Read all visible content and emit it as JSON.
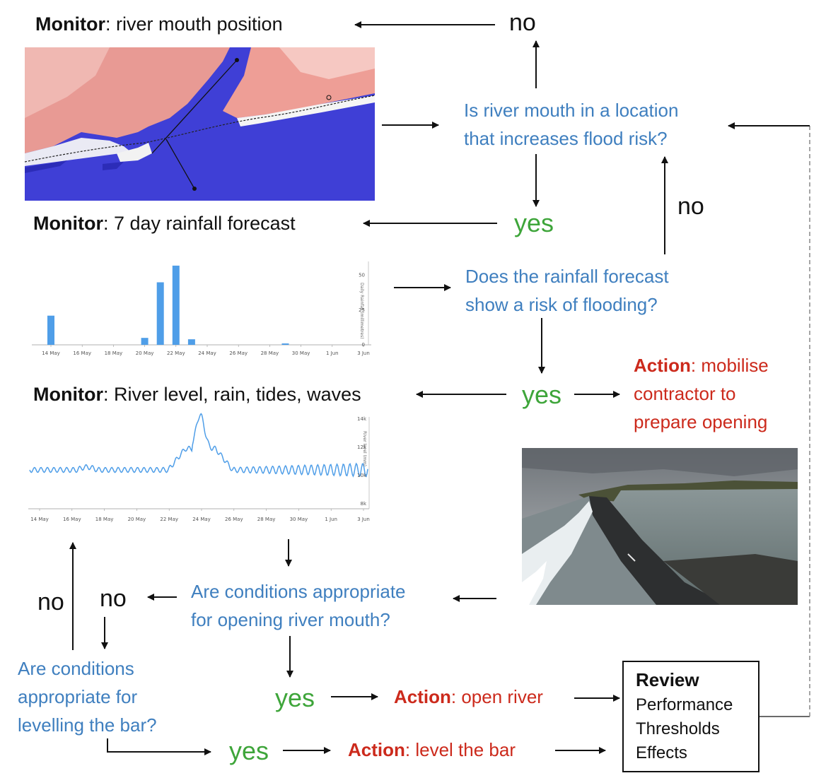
{
  "monitors": {
    "m1": {
      "bold": "Monitor",
      "rest": ": river mouth position"
    },
    "m2": {
      "bold": "Monitor",
      "rest": ": 7 day rainfall forecast"
    },
    "m3": {
      "bold": "Monitor",
      "rest": ": River level, rain, tides, waves"
    }
  },
  "questions": {
    "q1": [
      "Is river mouth in a location",
      "that increases flood risk?"
    ],
    "q2": [
      "Does the rainfall forecast",
      "show a risk of flooding?"
    ],
    "q3": [
      "Are conditions appropriate",
      "for opening river mouth?"
    ],
    "q4": [
      "Are conditions",
      "appropriate for",
      "levelling the bar?"
    ]
  },
  "answers": {
    "no_top": "no",
    "yes_1": "yes",
    "no_right": "no",
    "yes_2": "yes",
    "no_left_outer": "no",
    "no_left_inner": "no",
    "yes_3": "yes",
    "yes_4": "yes"
  },
  "actions": {
    "a1": {
      "bold": "Action",
      "lines": [
        ": mobilise",
        "contractor to",
        "prepare opening"
      ]
    },
    "a2": {
      "bold": "Action",
      "rest": ": open river"
    },
    "a3": {
      "bold": "Action",
      "rest": ": level the bar"
    }
  },
  "review": {
    "title": "Review",
    "items": [
      "Performance",
      "Thresholds",
      "Effects"
    ]
  },
  "charts": {
    "rainfall": {
      "x_ticks": [
        "14 May",
        "16 May",
        "18 May",
        "20 May",
        "22 May",
        "24 May",
        "26 May",
        "28 May",
        "30 May",
        "1 Jun",
        "3 Jun"
      ],
      "y_ticks": [
        "50",
        "25",
        "0"
      ],
      "y_label": "Daily Rainfall (millimetres)"
    },
    "river": {
      "x_ticks": [
        "14 May",
        "16 May",
        "18 May",
        "20 May",
        "22 May",
        "24 May",
        "26 May",
        "28 May",
        "30 May",
        "1 Jun",
        "3 Jun"
      ],
      "y_ticks": [
        "14k",
        "12k",
        "10k",
        "8k"
      ],
      "y_label": "River level (mm)"
    }
  },
  "chart_data": [
    {
      "type": "bar",
      "categories": [
        "14 May",
        "15 May",
        "16 May",
        "17 May",
        "18 May",
        "19 May",
        "20 May",
        "21 May",
        "22 May",
        "23 May",
        "24 May",
        "25 May",
        "26 May",
        "27 May",
        "28 May",
        "29 May",
        "30 May",
        "31 May",
        "1 Jun",
        "2 Jun",
        "3 Jun"
      ],
      "values": [
        21,
        0,
        0,
        0,
        0,
        0,
        5,
        45,
        57,
        4,
        0,
        0,
        0,
        0,
        0,
        1,
        0,
        0,
        0,
        0,
        0
      ],
      "ylabel": "Daily Rainfall (millimetres)",
      "ylim": [
        0,
        60
      ]
    },
    {
      "type": "line",
      "x_range": [
        "14 May",
        "3 Jun"
      ],
      "ylabel": "River level (mm)",
      "ylim": [
        8000,
        14000
      ]
    }
  ],
  "colors": {
    "question": "#3f7fbf",
    "yes": "#3ea53a",
    "action": "#cc2a1c",
    "chart": "#4f9ee8"
  }
}
